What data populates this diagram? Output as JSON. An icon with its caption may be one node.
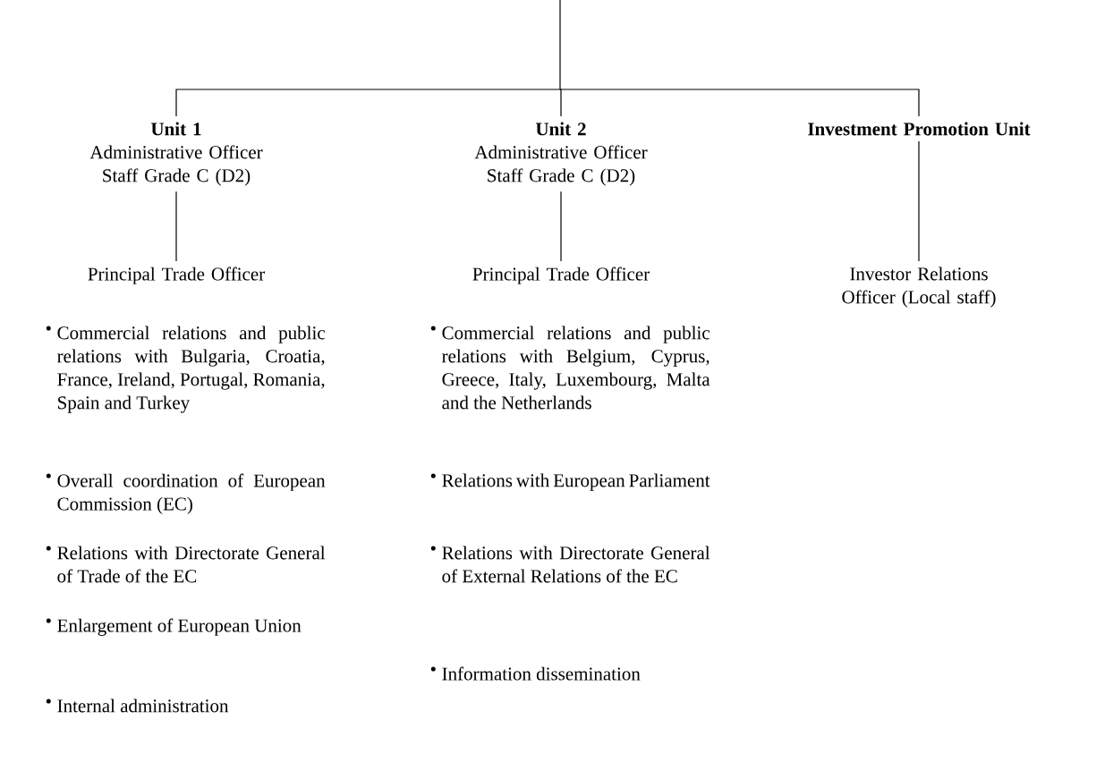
{
  "diagram": {
    "nodes": [
      {
        "text": [
          "Unit 1",
          "Administrative Officer Staff Grade C (D2)"
        ]
      },
      {
        "text": [
          "Principal Trade Officer"
        ]
      },
      {
        "text": [
          "Unit 2",
          "Administrative Officer Staff Grade C (D2)"
        ]
      },
      {
        "text": [
          "Principal Trade Officer"
        ]
      },
      {
        "text": [
          "Investment Promotion Unit"
        ]
      },
      {
        "text": [
          "Investor Relations Officer (Local staff)"
        ]
      }
    ],
    "edges": [
      {
        "from": null,
        "to": 0,
        "arrow": "none"
      },
      {
        "from": null,
        "to": 2,
        "arrow": "none"
      },
      {
        "from": null,
        "to": 4,
        "arrow": "none"
      },
      {
        "from": 0,
        "to": 1,
        "arrow": "none"
      },
      {
        "from": 2,
        "to": 3,
        "arrow": "none"
      },
      {
        "from": 4,
        "to": 5,
        "arrow": "none"
      }
    ],
    "labels": [
      "•",
      "Commercial relations and public relations with Bulgaria, Croatia, France, Ireland, Portugal, Romania, Spain and Turkey",
      "•",
      "Overall coordination of European Commission (EC)",
      "•",
      "Relations with Directorate General of Trade of the EC",
      "•",
      "Enlargement of European Union",
      "•",
      "Internal administration",
      "•",
      "Commercial relations and public relations with Belgium, Cyprus, Greece, Italy, Luxembourg, Malta and the Netherlands",
      "•",
      "Relations with European Parliament",
      "•",
      "Relations with Directorate General of External Relations of the EC",
      "•",
      "Information dissemination"
    ]
  }
}
